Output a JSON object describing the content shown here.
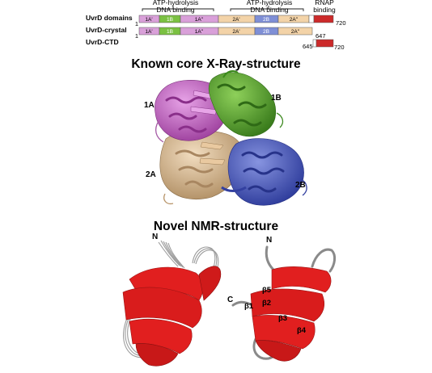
{
  "domain_map": {
    "annotations": {
      "atp_dna_1": [
        "ATP-hydrolysis",
        "DNA binding"
      ],
      "atp_dna_2": [
        "ATP-hydrolysis",
        "DNA binding"
      ],
      "rnap": [
        "RNAP",
        "binding"
      ]
    },
    "rows": [
      {
        "label": "UvrD domains",
        "start_number": "1",
        "end_number": "720",
        "segments": [
          "1A'",
          "1B",
          "1A''",
          "2A'",
          "2B",
          "2A''",
          ""
        ]
      },
      {
        "label": "UvrD-crystal",
        "start_number": "1",
        "end_number": "647",
        "segments": [
          "1A'",
          "1B",
          "1A''",
          "2A'",
          "2B",
          "2A''"
        ]
      },
      {
        "label": "UvrD-CTD",
        "start_number": "645",
        "end_number": "720",
        "segments": [
          ""
        ]
      }
    ],
    "colors": {
      "domain_1A": "#d9a0d9",
      "domain_1B": "#7bc142",
      "domain_2A": "#f3d3a8",
      "domain_2B": "#7f8fd6",
      "ctd": "#cc2a2a",
      "segment_text_on_dark": "#ffffff"
    }
  },
  "xray_section": {
    "title": "Known core X-Ray-structure",
    "domain_labels": [
      "1A",
      "1B",
      "2A",
      "2B"
    ],
    "colors": {
      "1A": "#c75ec7",
      "1B": "#4f9e2a",
      "2A": "#d8b890",
      "2B": "#4f5ec2"
    }
  },
  "nmr_section": {
    "title": "Novel NMR-structure",
    "left_model_labels": [
      "N"
    ],
    "right_model_labels": [
      "N",
      "C",
      "β1",
      "β5",
      "β2",
      "β3",
      "β4"
    ],
    "colors": {
      "strand": "#e11f1f",
      "loop": "#aaaaaa",
      "loop_dark": "#777777"
    }
  }
}
